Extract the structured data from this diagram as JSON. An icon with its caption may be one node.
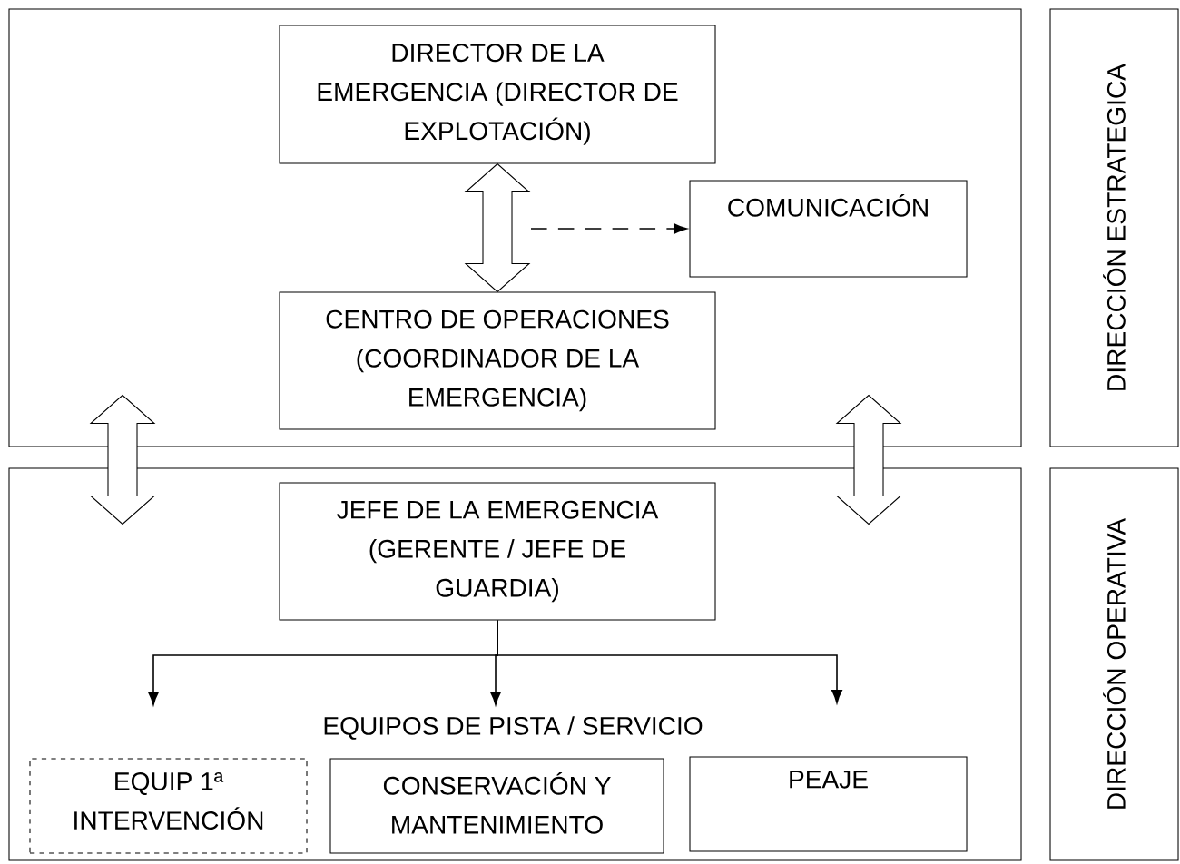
{
  "diagram": {
    "nodes": [
      {
        "text": [],
        "shape": "box"
      },
      {
        "text": [
          "DIRECTOR DE LA EMERGENCIA (DIRECTOR DE EXPLOTACIÓN)"
        ],
        "in": 0
      },
      {
        "text": [
          "COMUNICACIÓN"
        ],
        "in": 0
      },
      {
        "text": [
          "CENTRO DE OPERACIONES (COORDINADOR DE LA EMERGENCIA)"
        ],
        "in": 0
      },
      {
        "text": [
          "DIRECCIÓN ESTRATEGICA"
        ]
      },
      {
        "text": [],
        "shape": "box"
      },
      {
        "text": [
          "JEFE DE LA EMERGENCIA (GERENTE / JEFE DE GUARDIA)"
        ],
        "in": 5
      },
      {
        "text": [
          "EQUIP 1ª INTERVENCIÓN"
        ],
        "in": 5
      },
      {
        "text": [
          "CONSERVACIÓN Y MANTENIMIENTO"
        ],
        "in": 5
      },
      {
        "text": [
          "PEAJE"
        ],
        "in": 5
      },
      {
        "text": [
          "DIRECCIÓN OPERATIVA"
        ]
      }
    ],
    "edges": [
      {
        "from": 1,
        "to": 3,
        "arrow": "both",
        "style": "thick"
      },
      {
        "from": null,
        "to": 2,
        "arrow": "to",
        "style": "dashed"
      },
      {
        "from": 0,
        "to": 5,
        "arrow": "both",
        "style": "thick"
      },
      {
        "from": 0,
        "to": 5,
        "arrow": "both",
        "style": "thick"
      },
      {
        "from": 6,
        "to": 7,
        "arrow": "to"
      },
      {
        "from": 6,
        "to": 8,
        "arrow": "to"
      },
      {
        "from": 6,
        "to": 9,
        "arrow": "to"
      }
    ],
    "labels": [
      "EQUIPOS DE PISTA / SERVICIO"
    ]
  }
}
